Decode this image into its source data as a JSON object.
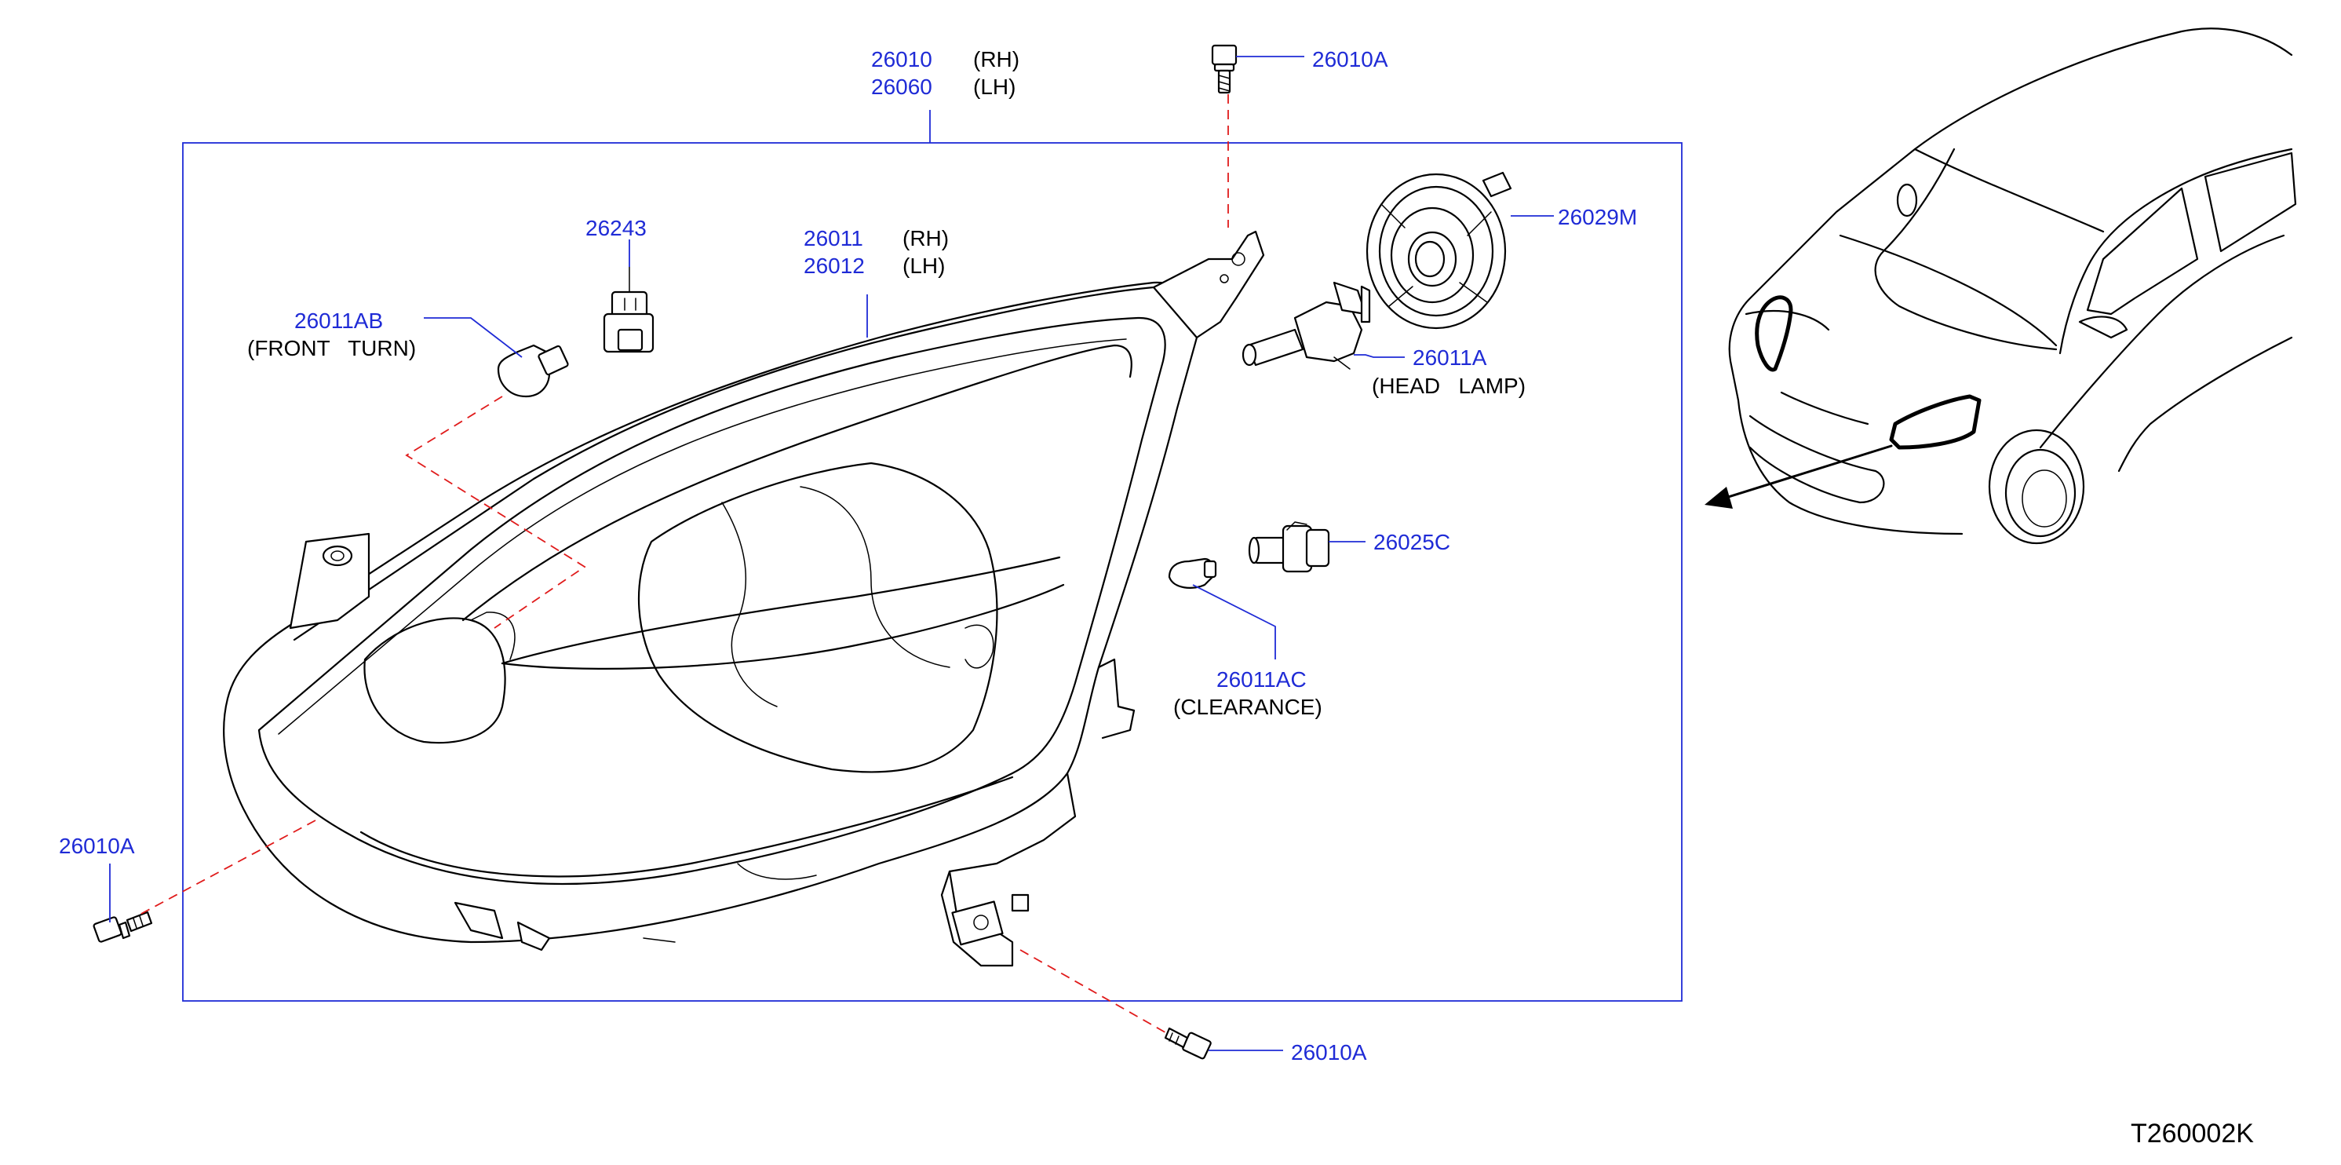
{
  "diagram_code": "T260002K",
  "callouts": {
    "headlamp_assembly": {
      "rh_number": "26010",
      "rh_side": "(RH)",
      "lh_number": "26060",
      "lh_side": "(LH)"
    },
    "housing": {
      "rh_number": "26011",
      "rh_side": "(RH)",
      "lh_number": "26012",
      "lh_side": "(LH)"
    },
    "socket_26243": {
      "number": "26243"
    },
    "front_turn_bulb": {
      "number": "26011AB",
      "description": "(FRONT   TURN)"
    },
    "head_lamp_bulb": {
      "number": "26011A",
      "description": "(HEAD   LAMP)"
    },
    "cap_26029m": {
      "number": "26029M"
    },
    "socket_26025c": {
      "number": "26025C"
    },
    "clearance_bulb": {
      "number": "26011AC",
      "description": "(CLEARANCE)"
    },
    "screw_top": {
      "number": "26010A"
    },
    "screw_left": {
      "number": "26010A"
    },
    "screw_bottom": {
      "number": "26010A"
    }
  },
  "colors": {
    "callout_text": "#1f2bd6",
    "leader_lines": "#1f2bd6",
    "dashed_guides": "#e01b1b",
    "line_art": "#000000",
    "background": "#ffffff"
  }
}
